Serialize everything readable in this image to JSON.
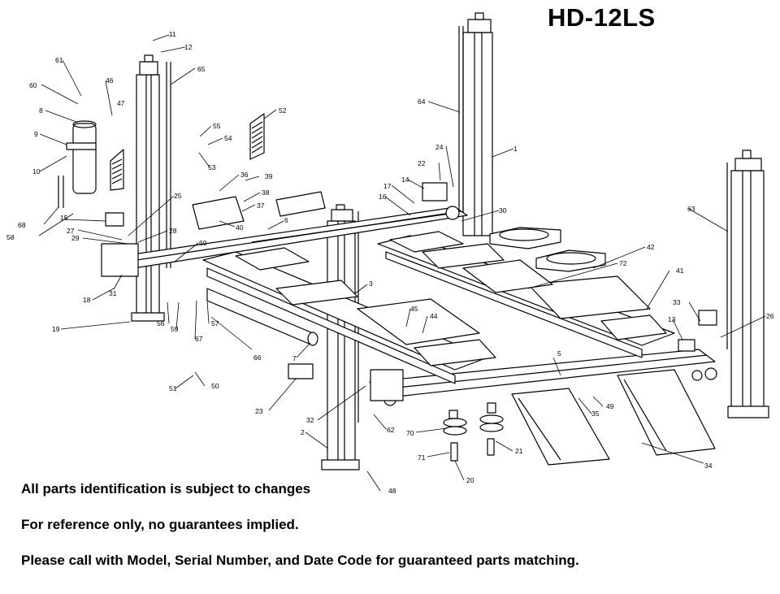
{
  "title": "HD-12LS",
  "notes": [
    "All parts identification is subject to changes",
    "For reference only, no guarantees implied.",
    "Please call with Model, Serial Number, and Date Code for guaranteed parts matching."
  ],
  "part_callouts": [
    "1",
    "2",
    "3",
    "5",
    "6",
    "7",
    "8",
    "9",
    "10",
    "11",
    "12",
    "13",
    "14",
    "15",
    "16",
    "17",
    "18",
    "19",
    "20",
    "21",
    "22",
    "23",
    "24",
    "25",
    "26",
    "27",
    "28",
    "29",
    "30",
    "31",
    "32",
    "33",
    "34",
    "35",
    "36",
    "37",
    "38",
    "39",
    "40",
    "41",
    "42",
    "44",
    "45",
    "46",
    "47",
    "48",
    "49",
    "50",
    "51",
    "52",
    "53",
    "54",
    "55",
    "56",
    "57",
    "58",
    "59",
    "60",
    "61",
    "62",
    "63",
    "64",
    "65",
    "66",
    "67",
    "68",
    "69",
    "70",
    "71",
    "72"
  ]
}
